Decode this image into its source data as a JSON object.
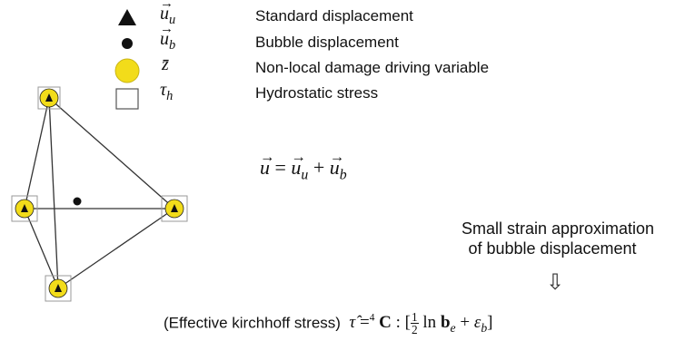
{
  "legend": [
    {
      "symbol": "▲",
      "description": "Standard displacement",
      "var_base": "u",
      "var_sub": "u",
      "var_vec": true,
      "var_accent": ""
    },
    {
      "symbol": "●",
      "description": "Bubble displacement",
      "var_base": "u",
      "var_sub": "b",
      "var_vec": true,
      "var_accent": ""
    },
    {
      "symbol": "●",
      "description": "Non-local damage driving variable",
      "var_base": "z̄",
      "var_sub": "",
      "var_vec": false,
      "var_accent": ""
    },
    {
      "symbol": "□",
      "description": "Hydrostatic stress",
      "var_base": "τ",
      "var_sub": "h",
      "var_vec": false,
      "var_accent": ""
    }
  ],
  "equation": {
    "lhs": "u",
    "eq": "=",
    "term1_base": "u",
    "term1_sub": "u",
    "plus": "+",
    "term2_base": "u",
    "term2_sub": "b"
  },
  "note": {
    "line1": "Small strain approximation",
    "line2": "of bubble displacement",
    "arrow": "⇩"
  },
  "stress": {
    "label": "(Effective kirchhoff stress)",
    "tau": "τ̂",
    "eq": "=",
    "sup": "4",
    "C": "C",
    "colon": ":",
    "open": "[",
    "num": "1",
    "den": "2",
    "ln": "ln",
    "b": "b",
    "b_sub": "e",
    "plus": "+",
    "eps": "ε",
    "eps_sub": "b",
    "close": "]"
  },
  "colors": {
    "node_fill": "#f2dc1a",
    "node_stroke": "#222222",
    "box_stroke": "#888888",
    "line": "#333333",
    "text": "#111111"
  }
}
